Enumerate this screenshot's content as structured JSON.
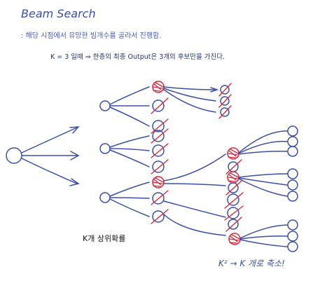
{
  "title": "Beam Search",
  "note_line1": ": 해당 시점에서 유망한 빔개수를 골라서 진행함.",
  "note_line2": "K = 3 일때 ⇒ 한층의 최종 Output은 3개의 후보만을 가진다.",
  "label_topk": "K개 상위확률",
  "label_reduce": "K² → K 개로 축소!",
  "colors": {
    "ink": "#3b4fa8",
    "strike": "#d8283a",
    "text_dark": "#111111"
  }
}
